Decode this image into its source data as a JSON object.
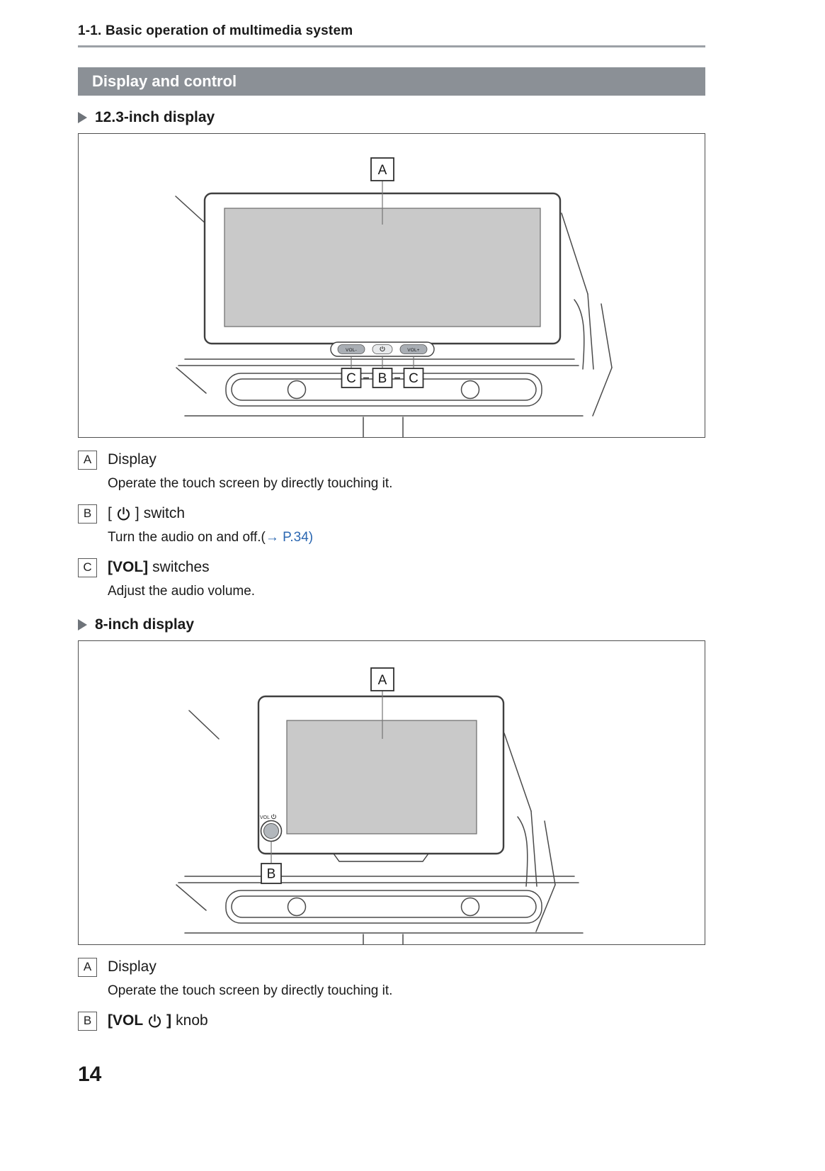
{
  "header": {
    "breadcrumb": "1-1. Basic operation of multimedia system",
    "banner_title": "Display and control"
  },
  "icons": {
    "power": "power-icon",
    "section_bullet": "triangle-right-icon"
  },
  "display123": {
    "heading": "12.3-inch display",
    "diagram": {
      "callout_a": "A",
      "callout_b": "B",
      "callout_c_left": "C",
      "callout_c_right": "C",
      "btn_vol_minus": "VOL-",
      "btn_vol_plus": "VOL+"
    },
    "item_a": {
      "key": "A",
      "title": "Display",
      "desc": "Operate the touch screen by directly touching it."
    },
    "item_b": {
      "key": "B",
      "open_bracket": "[",
      "close_bracket": "]",
      "rest": "switch",
      "desc": "Turn the audio on and off.(",
      "link": "→ P.34)"
    },
    "item_c": {
      "key": "C",
      "bold": "[VOL]",
      "rest": " switches",
      "desc": "Adjust the audio volume."
    }
  },
  "display8": {
    "heading": "8-inch display",
    "diagram": {
      "callout_a": "A",
      "callout_b": "B",
      "knob_label": "VOL"
    },
    "item_a": {
      "key": "A",
      "title": "Display",
      "desc": "Operate the touch screen by directly touching it."
    },
    "item_b": {
      "key": "B",
      "bold": "[VOL",
      "close_bracket": "]",
      "rest": "knob"
    }
  },
  "footer": {
    "page_number": "14"
  }
}
